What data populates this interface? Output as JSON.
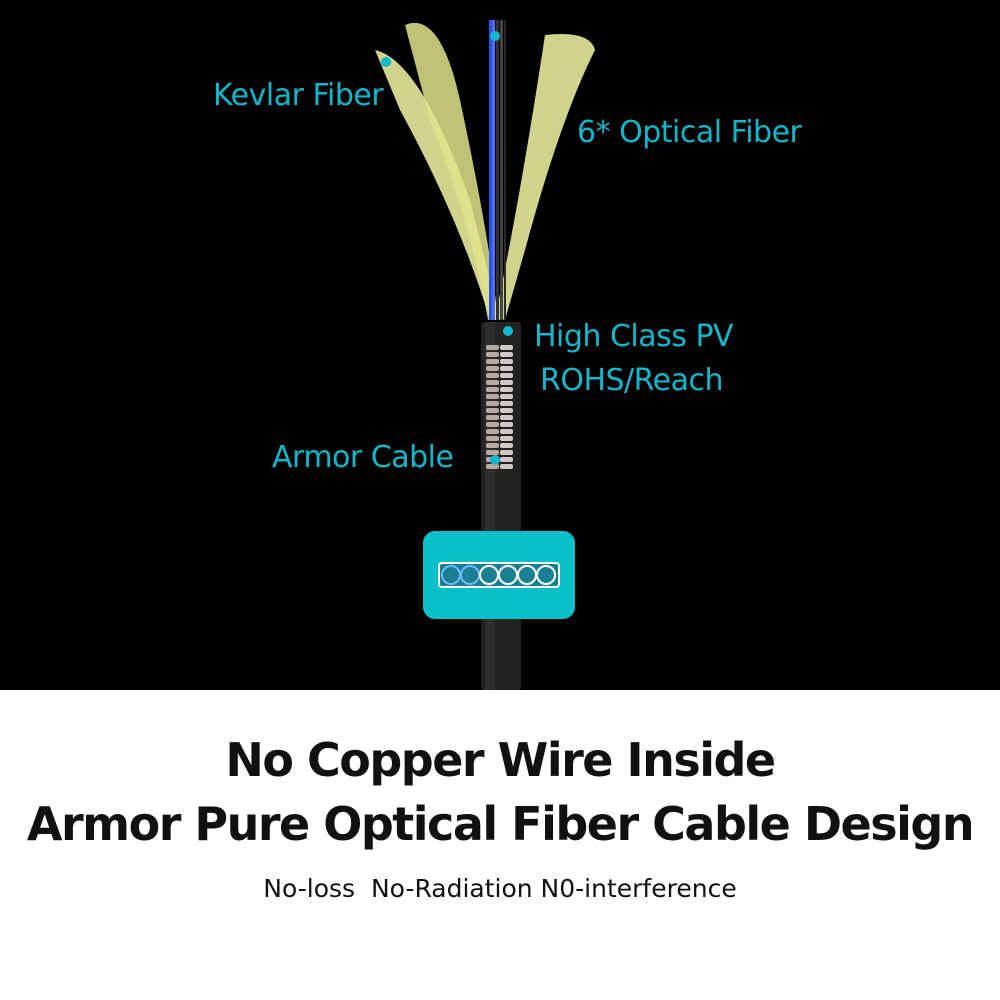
{
  "labels": {
    "kevlar": "Kevlar Fiber",
    "optical": "6* Optical Fiber",
    "pv_line1": "High Class PV",
    "pv_line2": "ROHS/Reach",
    "armor": "Armor Cable"
  },
  "headline": {
    "line1": "No Copper Wire Inside",
    "line2": "Armor Pure Optical Fiber Cable Design"
  },
  "subtitle": "No-loss  No-Radiation N0-interference",
  "colors": {
    "accent": "#12b7cc",
    "kevlar": "#e8ec9a",
    "badge": "#0ac0c8"
  }
}
